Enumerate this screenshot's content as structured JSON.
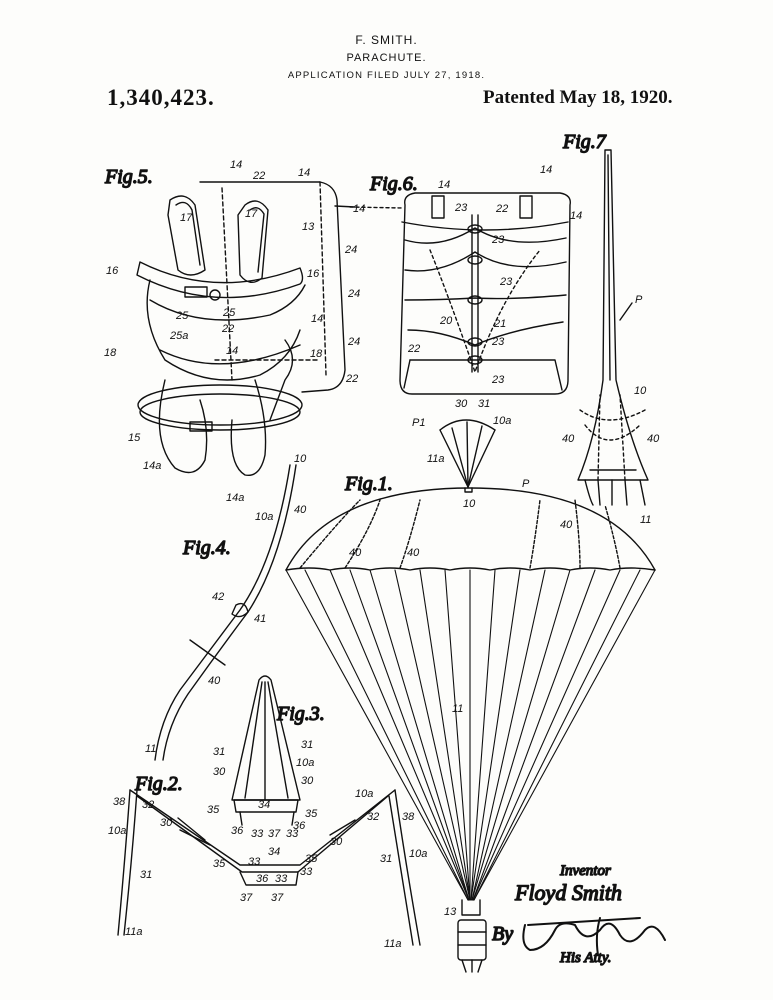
{
  "header": {
    "inventor_name": "F. SMITH.",
    "title": "PARACHUTE.",
    "filed": "APPLICATION FILED JULY 27, 1918.",
    "patent_number": "1,340,423.",
    "patented": "Patented May 18, 1920."
  },
  "figures": {
    "fig1": "Fig.1.",
    "fig2": "Fig.2.",
    "fig3": "Fig.3.",
    "fig4": "Fig.4.",
    "fig5": "Fig.5.",
    "fig6": "Fig.6.",
    "fig7": "Fig.7"
  },
  "signature": {
    "inventor_label": "Inventor",
    "inventor": "Floyd Smith",
    "by": "By",
    "attorney_role": "His Atty."
  }
}
